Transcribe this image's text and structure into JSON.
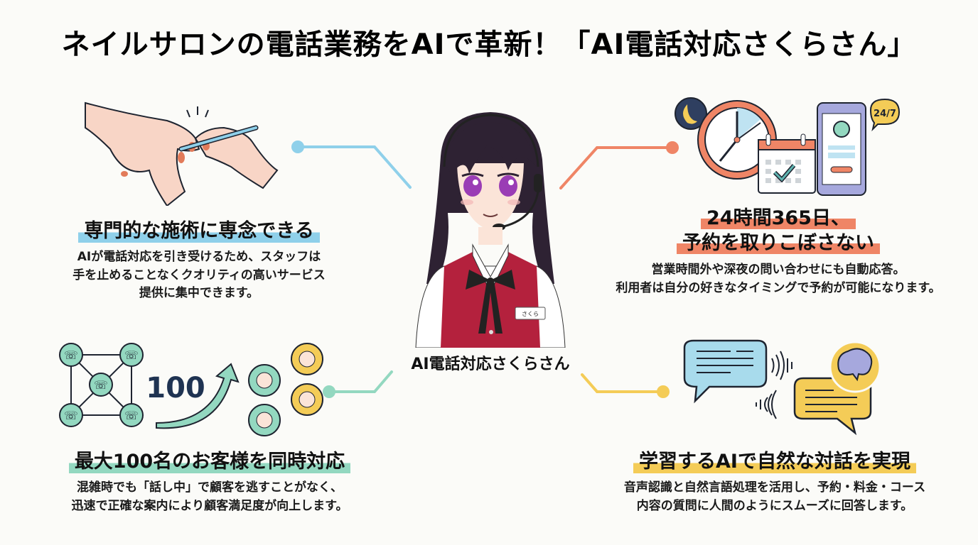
{
  "title": "ネイルサロンの電話業務をAIで革新！「AI電話対応さくらさん」",
  "center": {
    "character_label": "AI電話対応さくらさん",
    "name_badge": "さくら"
  },
  "features": [
    {
      "id": "focus",
      "heading": "専門的な施術に専念できる",
      "body": "AIが電話対応を引き受けるため、スタッフは\n手を止めることなくクオリティの高いサービス\n提供に集中できます。",
      "accent": "#8fd0ea",
      "icon": "nail-care-hands-icon"
    },
    {
      "id": "always-on",
      "heading_line1": "24時間365日、",
      "heading_line2": "予約を取りこぼさない",
      "body": "営業時間外や深夜の問い合わせにも自動応答。\n利用者は自分の好きなタイミングで予約が可能になります。",
      "accent": "#ef8566",
      "icon": "clock-calendar-phone-icon",
      "badge": "24/7"
    },
    {
      "id": "concurrent",
      "heading": "最大100名のお客様を同時対応",
      "body": "混雑時でも「話し中」で顧客を逃すことがなく、\n迅速で正確な案内により顧客満足度が向上します。",
      "accent": "#93d8c0",
      "icon": "phone-network-icon",
      "number": "100"
    },
    {
      "id": "natural-dialogue",
      "heading": "学習するAIで自然な対話を実現",
      "body": "音声認識と自然言語処理を活用し、予約・料金・コース\n内容の質問に人間のようにスムーズに回答します。",
      "accent": "#f4cc57",
      "icon": "chat-brain-icon"
    }
  ]
}
